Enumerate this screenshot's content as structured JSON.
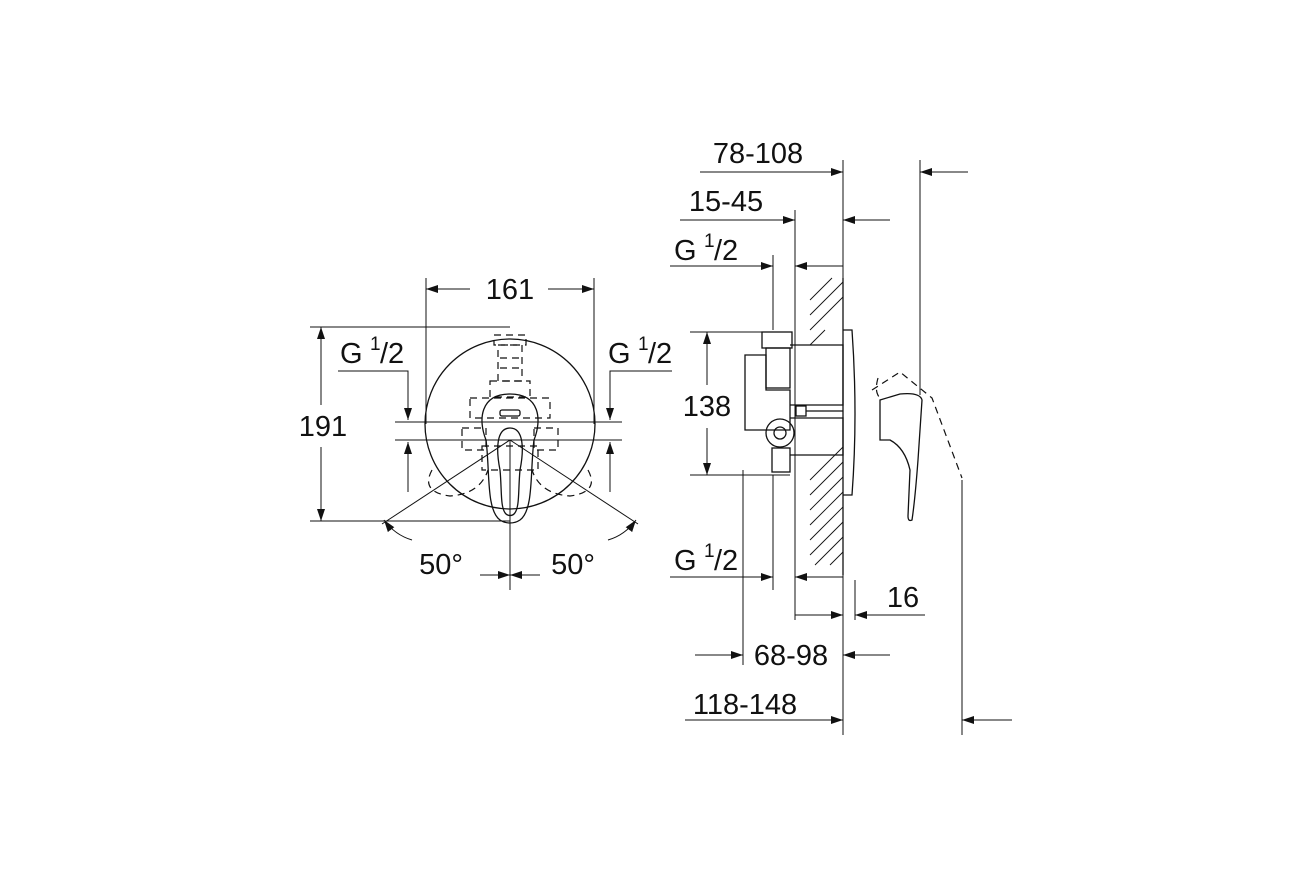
{
  "front_view": {
    "width_label": "161",
    "height_label": "191",
    "connection_left": {
      "main": "G",
      "sup": "1",
      "sub": "/2"
    },
    "connection_right": {
      "main": "G",
      "sup": "1",
      "sub": "/2"
    },
    "angle_left": "50°",
    "angle_right": "50°"
  },
  "side_view": {
    "dim_top_outer": "78-108",
    "dim_top_inner": "15-45",
    "connection_top": {
      "main": "G",
      "sup": "1",
      "sub": "/2"
    },
    "body_height": "138",
    "connection_bottom": {
      "main": "G",
      "sup": "1",
      "sub": "/2"
    },
    "rosette_depth": "16",
    "dim_bottom_inner": "68-98",
    "dim_bottom_outer": "118-148"
  }
}
